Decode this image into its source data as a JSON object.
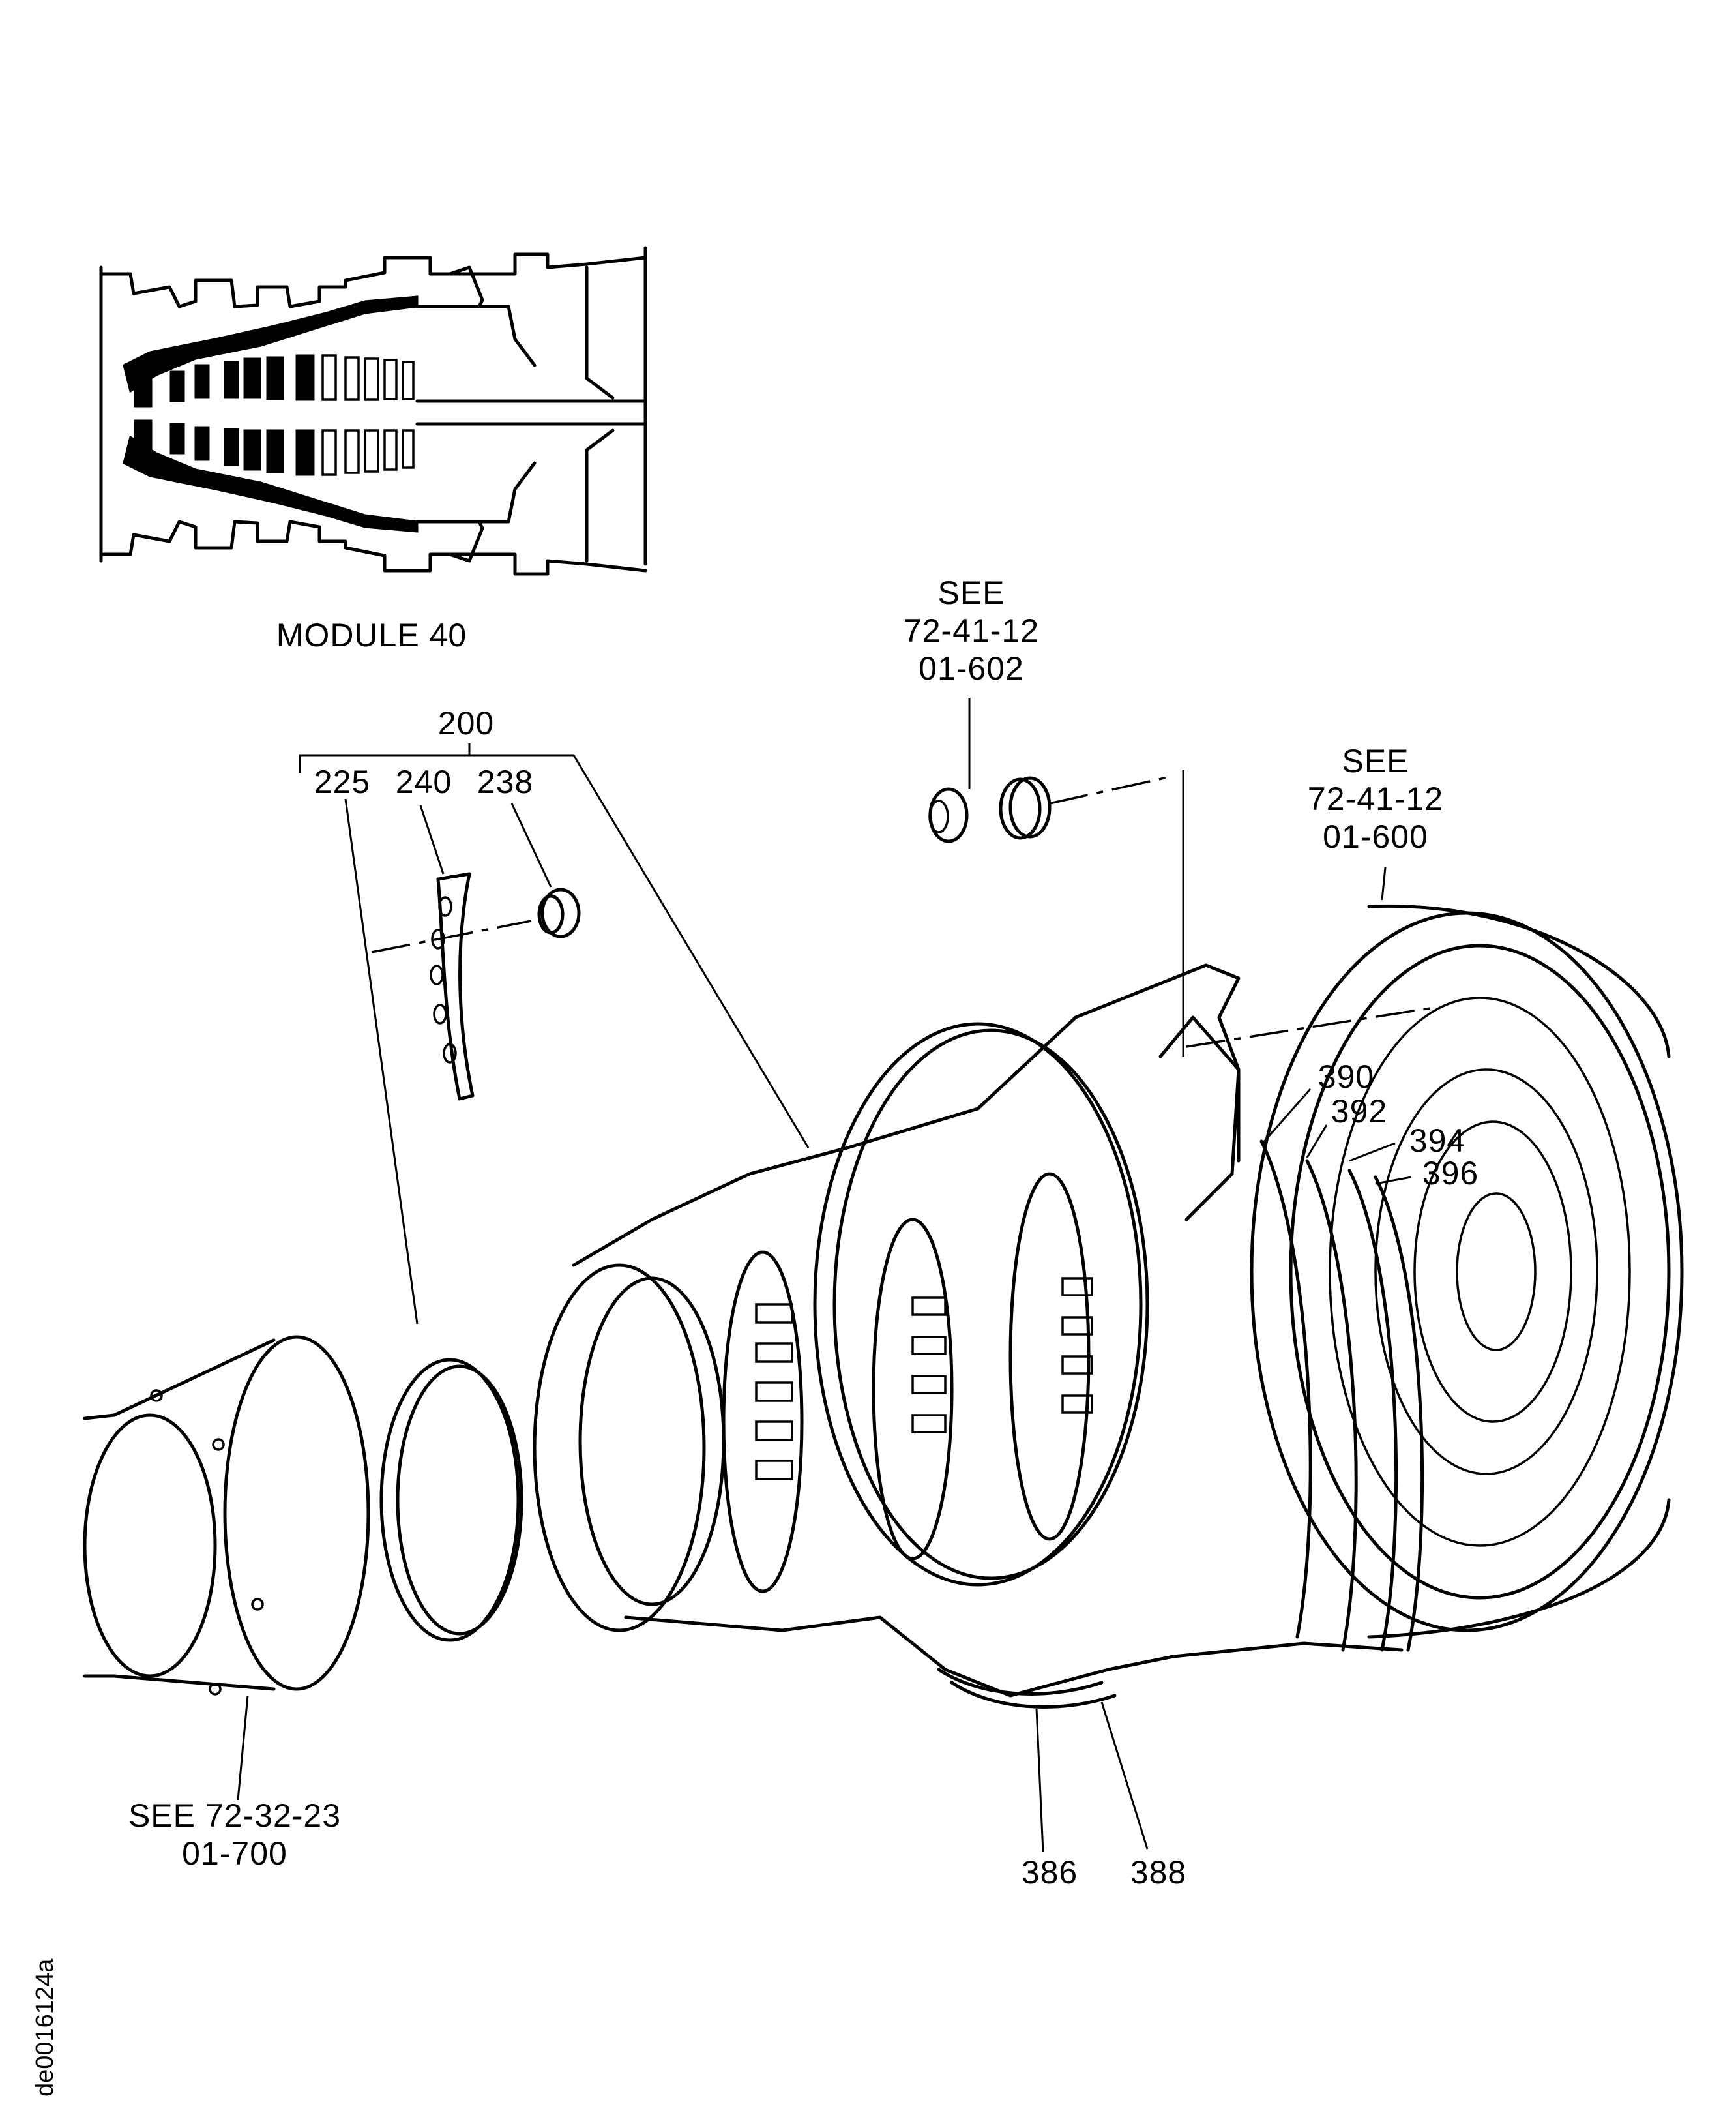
{
  "figure": {
    "module_caption": "MODULE 40",
    "drawing_id": "de0016124a"
  },
  "callouts": {
    "assembly": "200",
    "item_225": "225",
    "item_240": "240",
    "item_238": "238",
    "ref_top": {
      "see": "SEE",
      "chapter": "72-41-12",
      "figure": "01-602"
    },
    "ref_right": {
      "see": "SEE",
      "chapter": "72-41-12",
      "figure": "01-600"
    },
    "ref_left": {
      "line1": "SEE 72-32-23",
      "line2": "01-700"
    },
    "item_390": "390",
    "item_392": "392",
    "item_394": "394",
    "item_396": "396",
    "item_386": "386",
    "item_388": "388"
  }
}
